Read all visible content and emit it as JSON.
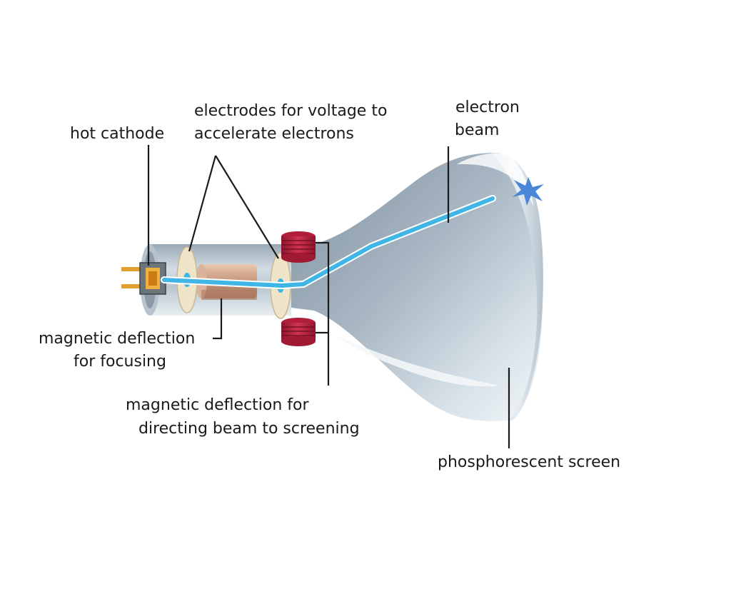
{
  "labels": {
    "hot_cathode": "hot cathode",
    "electrodes_line1": "electrodes for voltage to",
    "electrodes_line2": "accelerate electrons",
    "electron_beam_line1": "electron",
    "electron_beam_line2": "beam",
    "focusing_line1": "magnetic deflection",
    "focusing_line2": "for focusing",
    "directing_line1": "magnetic deflection for",
    "directing_line2": "directing beam to screening",
    "screen": "phosphorescent screen"
  },
  "colors": {
    "beam": "#3fb6e6",
    "tube_glass": "#c9d5de",
    "tube_dark": "#7d8c98",
    "coil": "#b01e3a",
    "electrode_disc": "#efe3c8",
    "cathode_pins": "#e0a030",
    "spark": "#4a86d8",
    "leader_lines": "#1a1a1a"
  },
  "icons": {
    "spark": "star-burst-icon"
  }
}
